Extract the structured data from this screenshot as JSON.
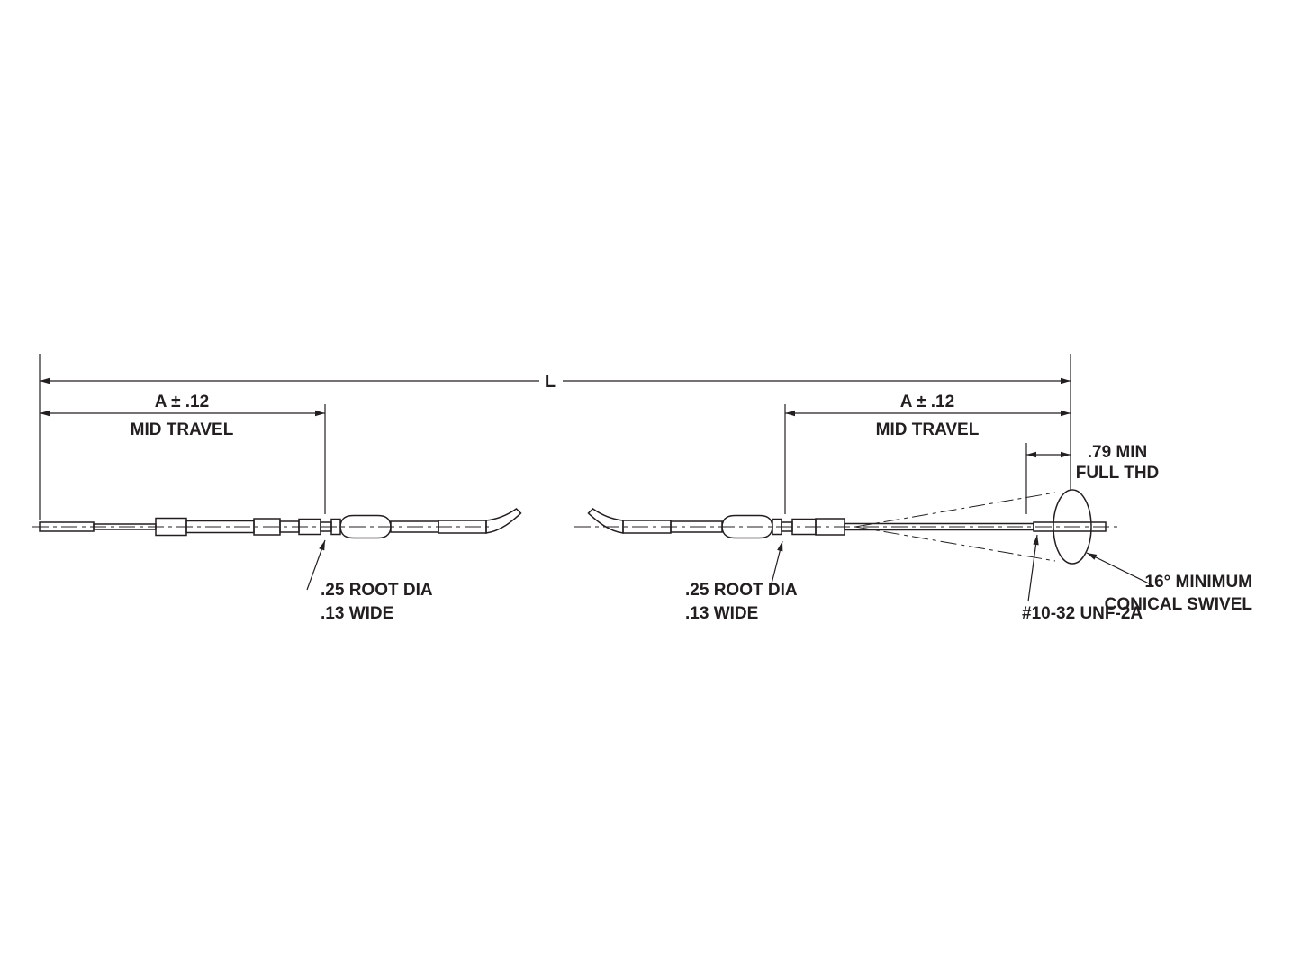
{
  "drawing": {
    "type": "engineering-diagram",
    "subject": "push-pull control cable assembly, both end fittings with conical swivel",
    "colors": {
      "line": "#231f20",
      "background": "#ffffff"
    },
    "dimensions": {
      "overall": {
        "label": "L"
      },
      "mid_travel_left": {
        "value": "A ± .12",
        "caption": "MID TRAVEL"
      },
      "mid_travel_right": {
        "value": "A ± .12",
        "caption": "MID TRAVEL"
      },
      "full_thread": {
        "value": ".79 MIN",
        "caption": "FULL THD"
      }
    },
    "callouts": {
      "groove_left": {
        "line1": ".25 ROOT DIA",
        "line2": ".13 WIDE"
      },
      "groove_right": {
        "line1": ".25 ROOT DIA",
        "line2": ".13 WIDE"
      },
      "thread_spec": {
        "label": "#10-32 UNF-2A"
      },
      "swivel": {
        "line1": "16° MINIMUM",
        "line2": "CONICAL SWIVEL"
      }
    }
  }
}
